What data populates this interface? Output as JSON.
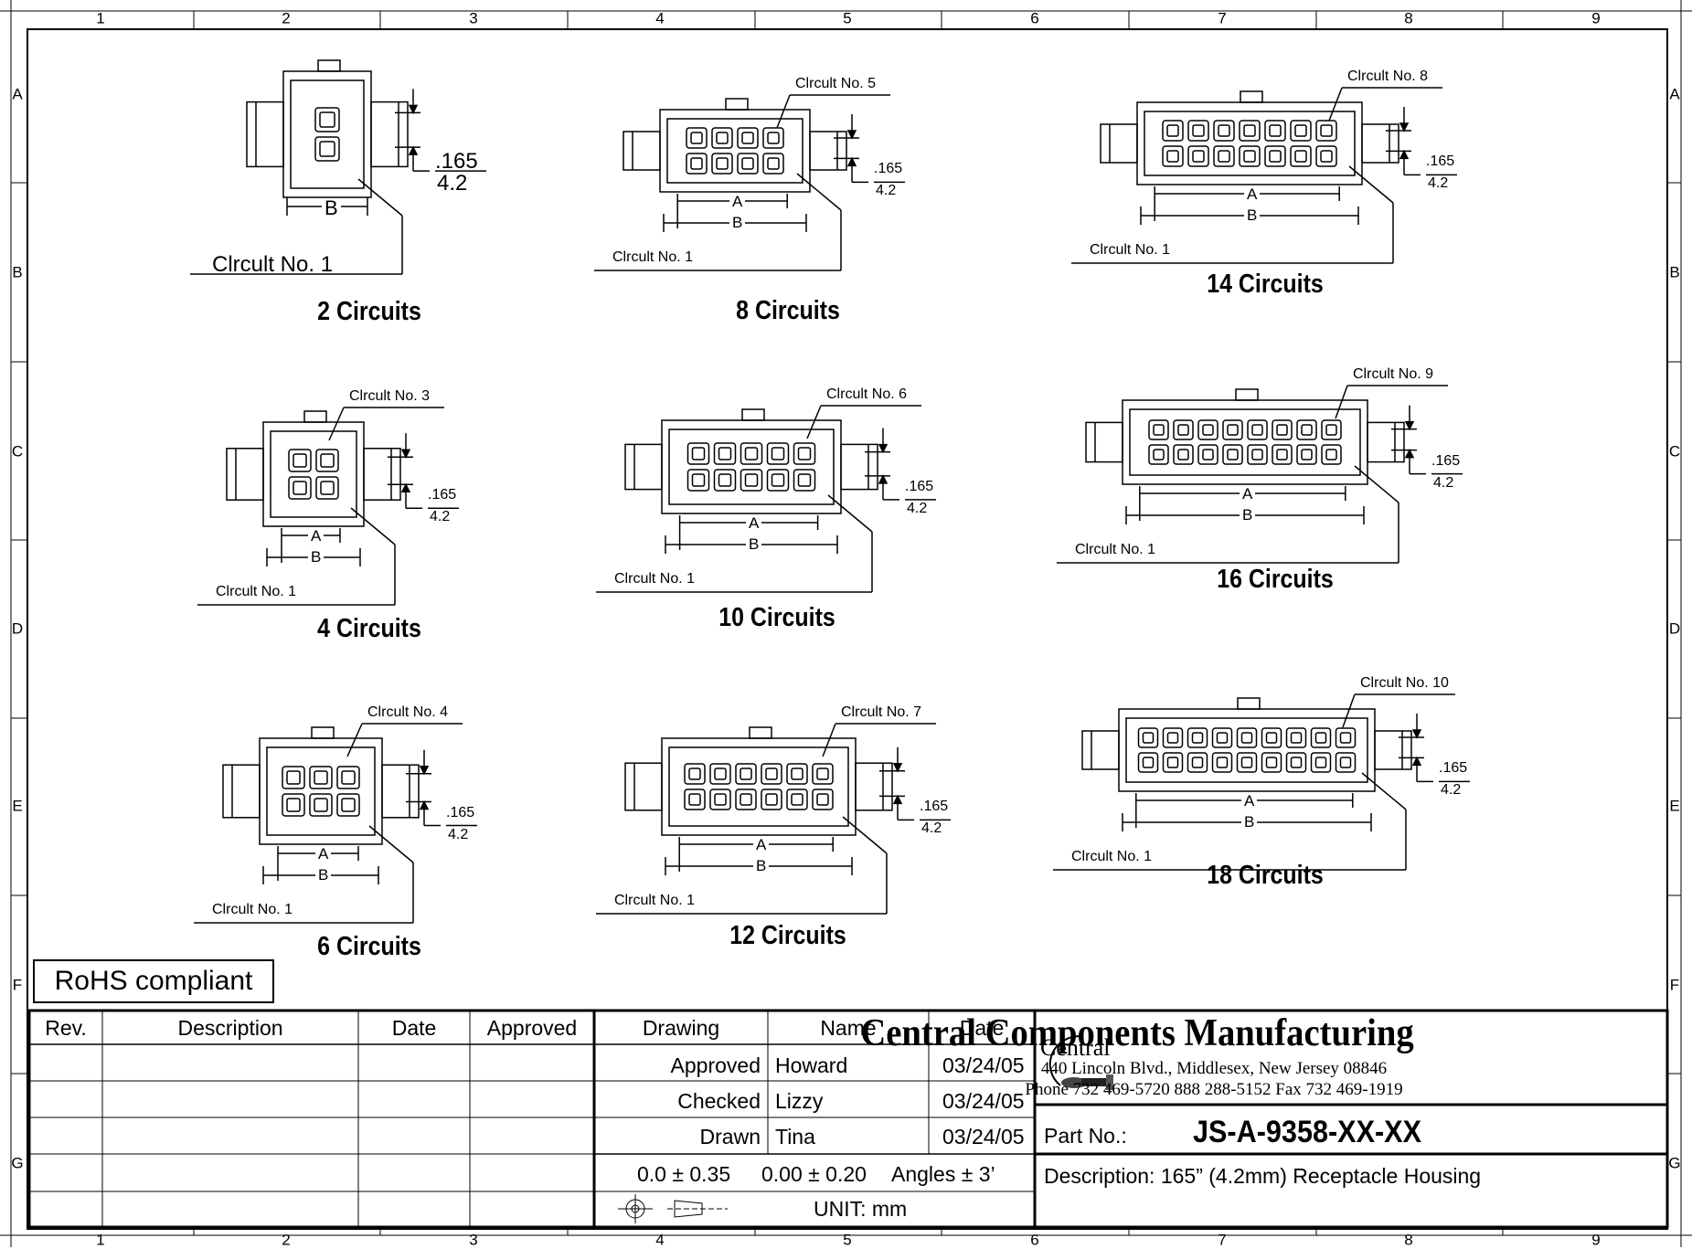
{
  "zones": {
    "columns": [
      "1",
      "2",
      "3",
      "4",
      "5",
      "6",
      "7",
      "8",
      "9"
    ],
    "rows": [
      "A",
      "B",
      "C",
      "D",
      "E",
      "F",
      "G"
    ]
  },
  "diagrams": [
    {
      "title": "2 Circuits",
      "circuit_label": "Clrcult No. 1",
      "dim_top": ".165",
      "dim_bottom": "4.2",
      "label_b": "B"
    },
    {
      "title": "4 Circuits",
      "circuit_label": "Clrcult No. 1",
      "circuit_top_label": "Clrcult No. 3",
      "dim_top": ".165",
      "dim_bottom": "4.2",
      "label_a": "A",
      "label_b": "B"
    },
    {
      "title": "6 Circuits",
      "circuit_label": "Clrcult No. 1",
      "circuit_top_label": "Clrcult No. 4",
      "dim_top": ".165",
      "dim_bottom": "4.2",
      "label_a": "A",
      "label_b": "B"
    },
    {
      "title": "8 Circuits",
      "circuit_label": "Clrcult No. 1",
      "circuit_top_label": "Clrcult No. 5",
      "dim_top": ".165",
      "dim_bottom": "4.2",
      "label_a": "A",
      "label_b": "B"
    },
    {
      "title": "10 Circuits",
      "circuit_label": "Clrcult No. 1",
      "circuit_top_label": "Clrcult No. 6",
      "dim_top": ".165",
      "dim_bottom": "4.2",
      "label_a": "A",
      "label_b": "B"
    },
    {
      "title": "12 Circuits",
      "circuit_label": "Clrcult No. 1",
      "circuit_top_label": "Clrcult No. 7",
      "dim_top": ".165",
      "dim_bottom": "4.2",
      "label_a": "A",
      "label_b": "B"
    },
    {
      "title": "14 Circuits",
      "circuit_label": "Clrcult No. 1",
      "circuit_top_label": "Clrcult No. 8",
      "dim_top": ".165",
      "dim_bottom": "4.2",
      "label_a": "A",
      "label_b": "B"
    },
    {
      "title": "16 Circuits",
      "circuit_label": "Clrcult No. 1",
      "circuit_top_label": "Clrcult No. 9",
      "dim_top": ".165",
      "dim_bottom": "4.2",
      "label_a": "A",
      "label_b": "B"
    },
    {
      "title": "18 Circuits",
      "circuit_label": "Clrcult No. 1",
      "circuit_top_label": "Clrcult No. 10",
      "dim_top": ".165",
      "dim_bottom": "4.2",
      "label_a": "A",
      "label_b": "B"
    }
  ],
  "rohs": "RoHS compliant",
  "revision_table": {
    "headers": [
      "Rev.",
      "Description",
      "Date",
      "Approved"
    ]
  },
  "drawing_table": {
    "headers": [
      "Drawing",
      "Name",
      "Date"
    ],
    "rows": [
      {
        "role": "Approved",
        "name": "Howard",
        "date": "03/24/05"
      },
      {
        "role": "Checked",
        "name": "Lizzy",
        "date": "03/24/05"
      },
      {
        "role": "Drawn",
        "name": "Tina",
        "date": "03/24/05"
      }
    ],
    "tolerance_1": "0.0 ± 0.35",
    "tolerance_2": "0.00 ± 0.20",
    "angles": "Angles ± 3’",
    "unit": "UNIT:  mm"
  },
  "company": {
    "logo_text": "Central",
    "name": "Central Components Manufacturing",
    "address": "440 Lincoln Blvd., Middlesex, New Jersey 08846",
    "phone": "Phone 732 469-5720     888 288-5152     Fax 732 469-1919"
  },
  "part": {
    "label": "Part No.:",
    "number": "JS-A-9358-XX-XX",
    "description": "Description: 165” (4.2mm) Receptacle Housing"
  }
}
